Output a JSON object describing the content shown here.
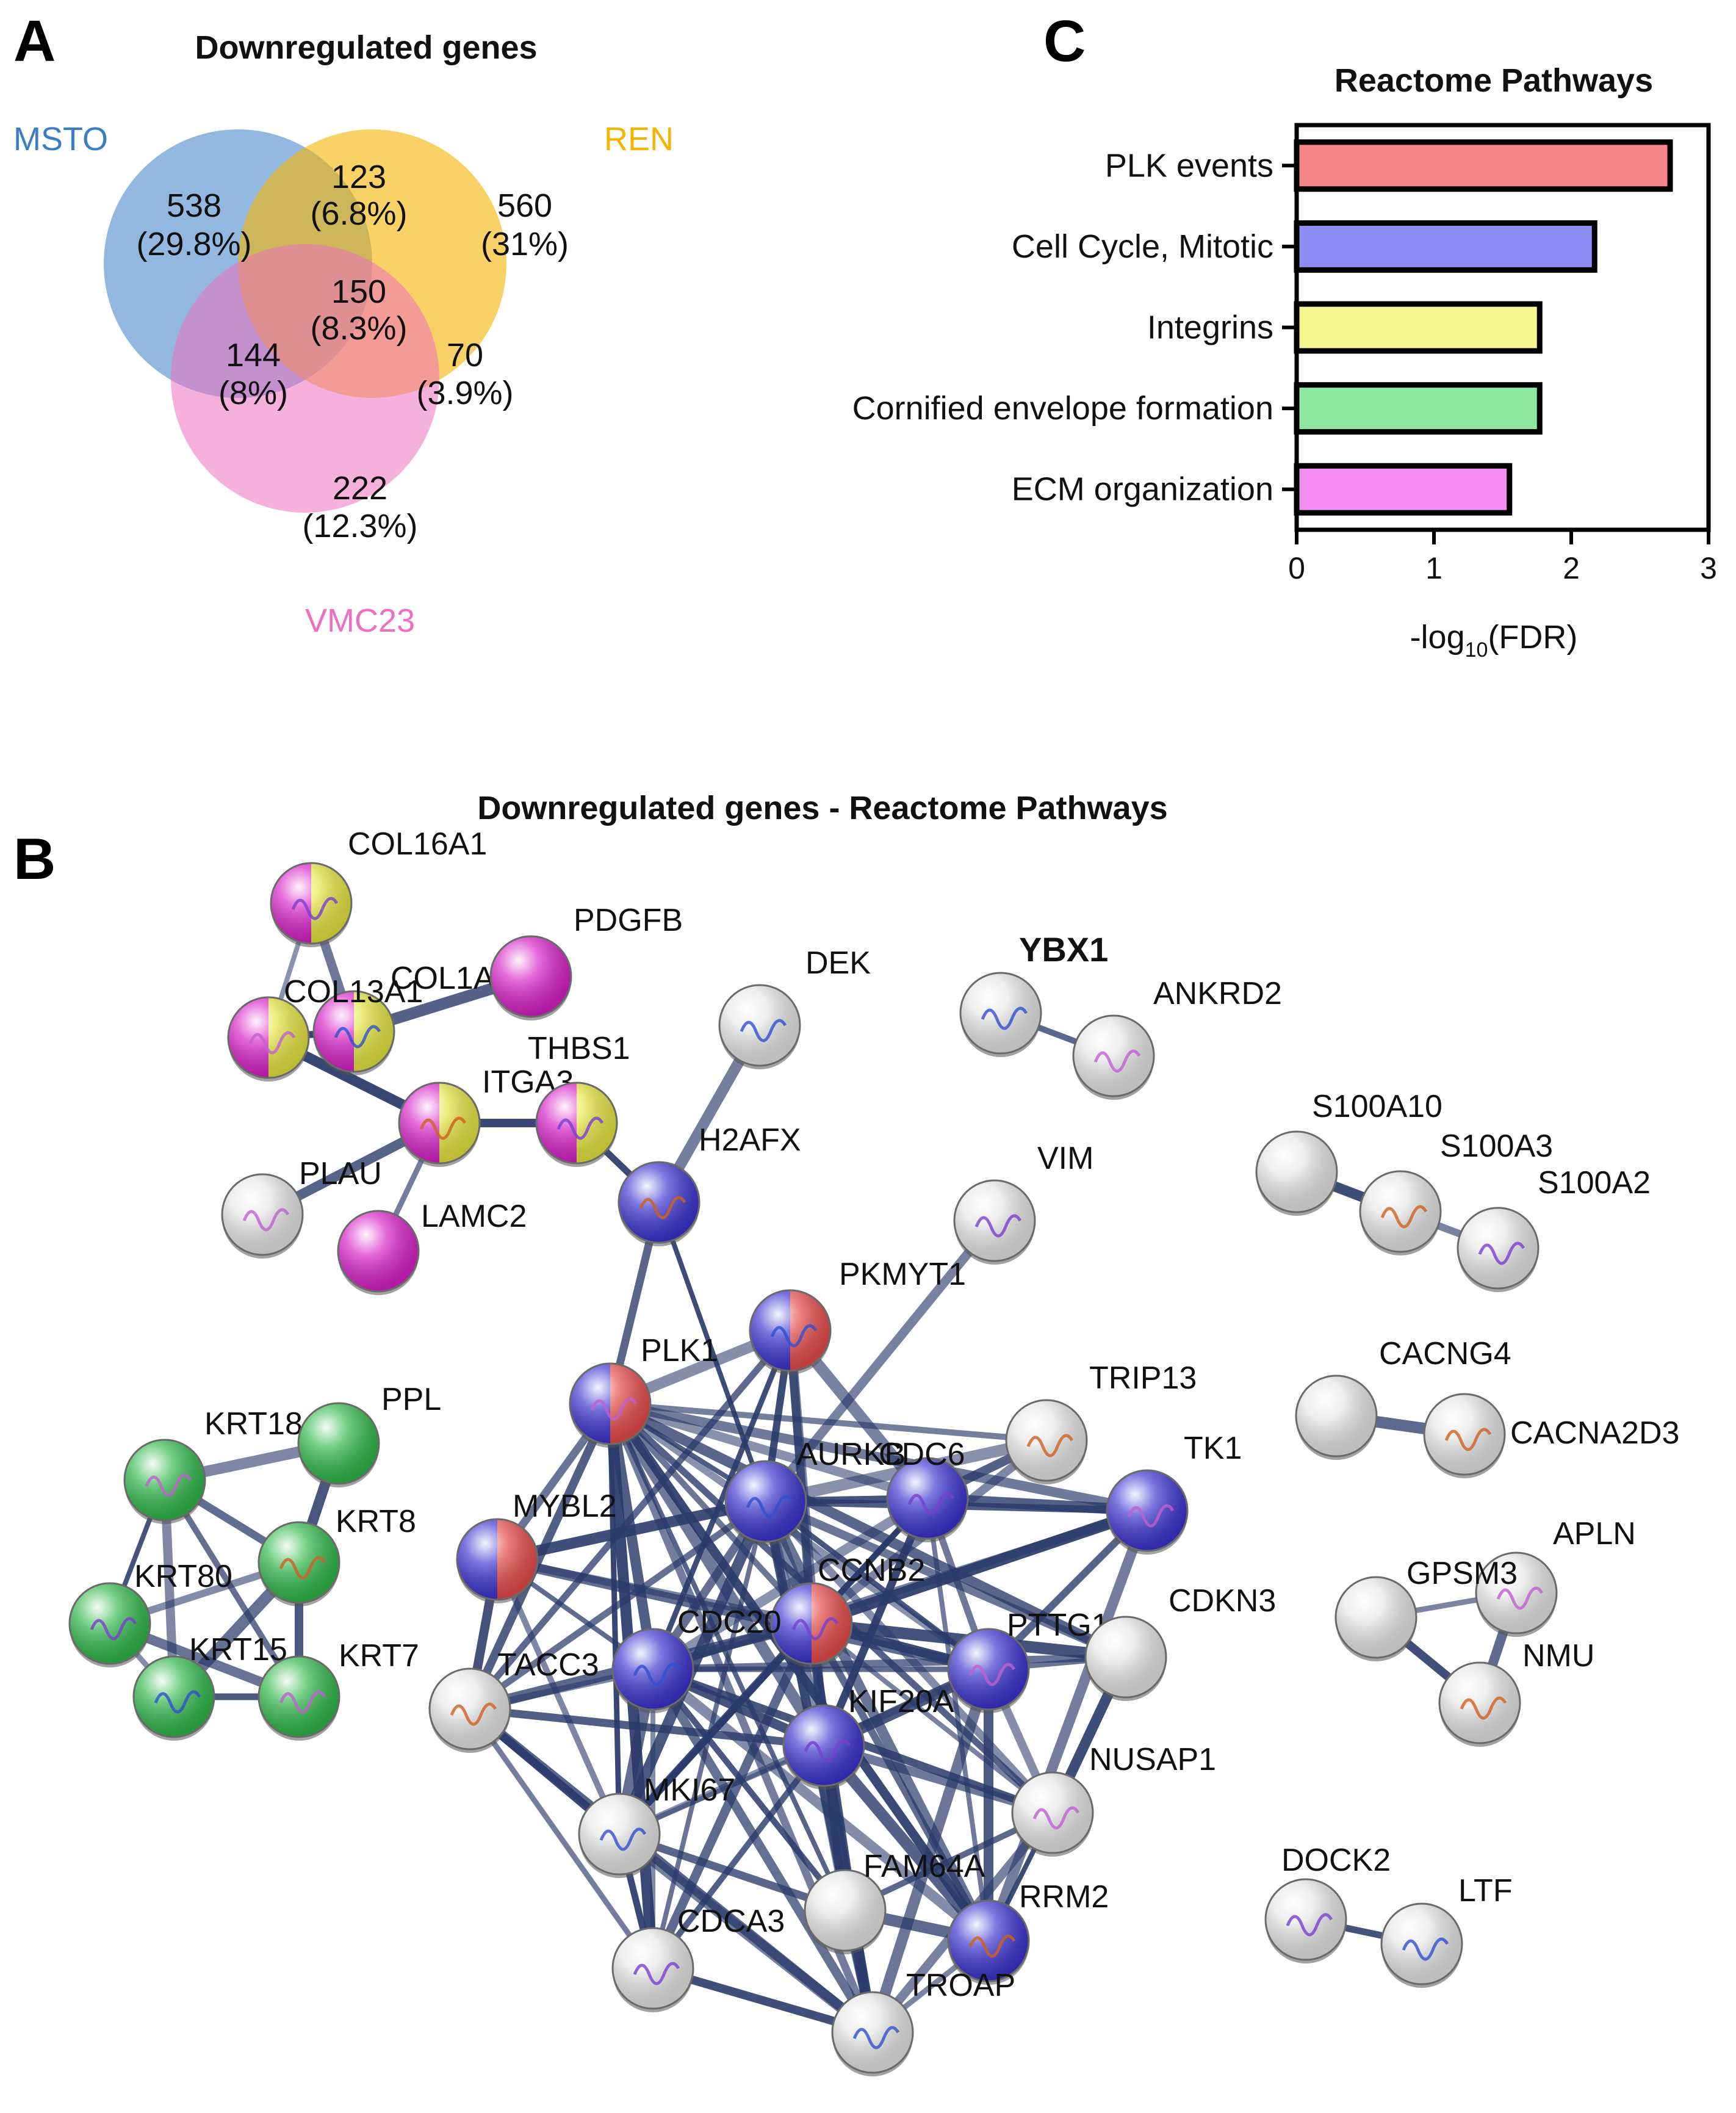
{
  "panels": {
    "A": {
      "letter": "A",
      "title": "Downregulated genes",
      "sets": [
        {
          "name": "MSTO",
          "color": "#3b7dc6"
        },
        {
          "name": "REN",
          "color": "#f4b400"
        },
        {
          "name": "VMC23",
          "color": "#ee6fc0"
        }
      ],
      "regions": [
        {
          "id": "msto_only",
          "count": "538",
          "pct": "(29.8%)"
        },
        {
          "id": "msto_ren",
          "count": "123",
          "pct": "(6.8%)"
        },
        {
          "id": "ren_only",
          "count": "560",
          "pct": "(31%)"
        },
        {
          "id": "all",
          "count": "150",
          "pct": "(8.3%)"
        },
        {
          "id": "msto_vmc",
          "count": "144",
          "pct": "(8%)"
        },
        {
          "id": "ren_vmc",
          "count": "70",
          "pct": "(3.9%)"
        },
        {
          "id": "vmc_only",
          "count": "222",
          "pct": "(12.3%)"
        }
      ]
    },
    "B": {
      "letter": "B",
      "title": "Downregulated genes - Reactome Pathways",
      "nodes": [
        {
          "id": "COL16A1",
          "label": "COL16A1",
          "colors": [
            "#d81fc8",
            "#e6e640"
          ]
        },
        {
          "id": "COL1A1",
          "label": "COL1A1",
          "colors": [
            "#d81fc8",
            "#e6e640"
          ]
        },
        {
          "id": "COL13A1",
          "label": "COL13A1",
          "colors": [
            "#d81fc8",
            "#e6e640"
          ]
        },
        {
          "id": "PDGFB",
          "label": "PDGFB",
          "colors": [
            "#d81fc8"
          ]
        },
        {
          "id": "ITGA3",
          "label": "ITGA3",
          "colors": [
            "#d81fc8",
            "#e6e640"
          ]
        },
        {
          "id": "THBS1",
          "label": "THBS1",
          "colors": [
            "#d81fc8",
            "#e6e640"
          ]
        },
        {
          "id": "DEK",
          "label": "DEK",
          "colors": [
            "#e6e6e6"
          ]
        },
        {
          "id": "PLAU",
          "label": "PLAU",
          "colors": [
            "#e6e6e6"
          ]
        },
        {
          "id": "LAMC2",
          "label": "LAMC2",
          "colors": [
            "#d81fc8"
          ]
        },
        {
          "id": "H2AFX",
          "label": "H2AFX",
          "colors": [
            "#3a33d0"
          ]
        },
        {
          "id": "VIM",
          "label": "VIM",
          "colors": [
            "#e6e6e6"
          ]
        },
        {
          "id": "YBX1",
          "label": "YBX1",
          "colors": [
            "#e6e6e6"
          ]
        },
        {
          "id": "ANKRD2",
          "label": "ANKRD2",
          "colors": [
            "#e6e6e6"
          ]
        },
        {
          "id": "S100A10",
          "label": "S100A10",
          "colors": [
            "#e6e6e6"
          ]
        },
        {
          "id": "S100A3",
          "label": "S100A3",
          "colors": [
            "#e6e6e6"
          ]
        },
        {
          "id": "S100A2",
          "label": "S100A2",
          "colors": [
            "#e6e6e6"
          ]
        },
        {
          "id": "PKMYT1",
          "label": "PKMYT1",
          "colors": [
            "#3a33d0",
            "#e84b4b"
          ]
        },
        {
          "id": "PLK1",
          "label": "PLK1",
          "colors": [
            "#3a33d0",
            "#e84b4b"
          ]
        },
        {
          "id": "MYBL2",
          "label": "MYBL2",
          "colors": [
            "#3a33d0",
            "#e84b4b"
          ]
        },
        {
          "id": "TRIP13",
          "label": "TRIP13",
          "colors": [
            "#e6e6e6"
          ]
        },
        {
          "id": "CDC6",
          "label": "CDC6",
          "colors": [
            "#3a33d0"
          ]
        },
        {
          "id": "AURKB",
          "label": "AURKB",
          "colors": [
            "#3a33d0"
          ]
        },
        {
          "id": "TK1",
          "label": "TK1",
          "colors": [
            "#3a33d0"
          ]
        },
        {
          "id": "CACNG4",
          "label": "CACNG4",
          "colors": [
            "#e6e6e6"
          ]
        },
        {
          "id": "CACNA2D3",
          "label": "CACNA2D3",
          "colors": [
            "#e6e6e6"
          ]
        },
        {
          "id": "CCNB2",
          "label": "CCNB2",
          "colors": [
            "#3a33d0",
            "#e84b4b"
          ]
        },
        {
          "id": "CDC20",
          "label": "CDC20",
          "colors": [
            "#3a33d0"
          ]
        },
        {
          "id": "PTTG1",
          "label": "PTTG1",
          "colors": [
            "#3a33d0"
          ]
        },
        {
          "id": "CDKN3",
          "label": "CDKN3",
          "colors": [
            "#e6e6e6"
          ]
        },
        {
          "id": "TACC3",
          "label": "TACC3",
          "colors": [
            "#e6e6e6"
          ]
        },
        {
          "id": "KIF20A",
          "label": "KIF20A",
          "colors": [
            "#3a33d0"
          ]
        },
        {
          "id": "MKI67",
          "label": "MKI67",
          "colors": [
            "#e6e6e6"
          ]
        },
        {
          "id": "NUSAP1",
          "label": "NUSAP1",
          "colors": [
            "#e6e6e6"
          ]
        },
        {
          "id": "FAM64A",
          "label": "FAM64A",
          "colors": [
            "#e6e6e6"
          ]
        },
        {
          "id": "RRM2",
          "label": "RRM2",
          "colors": [
            "#3a33d0"
          ]
        },
        {
          "id": "CDCA3",
          "label": "CDCA3",
          "colors": [
            "#e6e6e6"
          ]
        },
        {
          "id": "TROAP",
          "label": "TROAP",
          "colors": [
            "#e6e6e6"
          ]
        },
        {
          "id": "APLN",
          "label": "APLN",
          "colors": [
            "#e6e6e6"
          ]
        },
        {
          "id": "GPSM3",
          "label": "GPSM3",
          "colors": [
            "#e6e6e6"
          ]
        },
        {
          "id": "NMU",
          "label": "NMU",
          "colors": [
            "#e6e6e6"
          ]
        },
        {
          "id": "DOCK2",
          "label": "DOCK2",
          "colors": [
            "#e6e6e6"
          ]
        },
        {
          "id": "LTF",
          "label": "LTF",
          "colors": [
            "#e6e6e6"
          ]
        },
        {
          "id": "KRT18",
          "label": "KRT18",
          "colors": [
            "#2fb84a"
          ]
        },
        {
          "id": "PPL",
          "label": "PPL",
          "colors": [
            "#2fb84a"
          ]
        },
        {
          "id": "KRT8",
          "label": "KRT8",
          "colors": [
            "#2fb84a"
          ]
        },
        {
          "id": "KRT80",
          "label": "KRT80",
          "colors": [
            "#2fb84a"
          ]
        },
        {
          "id": "KRT15",
          "label": "KRT15",
          "colors": [
            "#2fb84a"
          ]
        },
        {
          "id": "KRT7",
          "label": "KRT7",
          "colors": [
            "#2fb84a"
          ]
        }
      ],
      "edges": [
        [
          "COL16A1",
          "COL13A1"
        ],
        [
          "COL16A1",
          "COL1A1"
        ],
        [
          "COL1A1",
          "COL13A1"
        ],
        [
          "COL13A1",
          "ITGA3"
        ],
        [
          "COL13A1",
          "COL1A1"
        ],
        [
          "COL1A1",
          "PDGFB"
        ],
        [
          "ITGA3",
          "THBS1"
        ],
        [
          "ITGA3",
          "LAMC2"
        ],
        [
          "PLAU",
          "ITGA3"
        ],
        [
          "THBS1",
          "H2AFX"
        ],
        [
          "DEK",
          "H2AFX"
        ],
        [
          "H2AFX",
          "PLK1"
        ],
        [
          "H2AFX",
          "AURKB"
        ],
        [
          "VIM",
          "AURKB"
        ],
        [
          "YBX1",
          "ANKRD2"
        ],
        [
          "S100A10",
          "S100A3"
        ],
        [
          "S100A3",
          "S100A2"
        ],
        [
          "CACNG4",
          "CACNA2D3"
        ],
        [
          "GPSM3",
          "NMU"
        ],
        [
          "GPSM3",
          "APLN"
        ],
        [
          "APLN",
          "NMU"
        ],
        [
          "DOCK2",
          "LTF"
        ],
        [
          "KRT18",
          "PPL"
        ],
        [
          "KRT18",
          "KRT8"
        ],
        [
          "KRT18",
          "KRT80"
        ],
        [
          "KRT18",
          "KRT15"
        ],
        [
          "KRT18",
          "KRT7"
        ],
        [
          "PPL",
          "KRT8"
        ],
        [
          "KRT8",
          "KRT80"
        ],
        [
          "KRT8",
          "KRT15"
        ],
        [
          "KRT8",
          "KRT7"
        ],
        [
          "KRT80",
          "KRT15"
        ],
        [
          "KRT80",
          "KRT7"
        ],
        [
          "KRT15",
          "KRT7"
        ],
        [
          "PLK1",
          "PKMYT1"
        ],
        [
          "PLK1",
          "MYBL2"
        ],
        [
          "PLK1",
          "AURKB"
        ],
        [
          "PLK1",
          "CDC6"
        ],
        [
          "PLK1",
          "CCNB2"
        ],
        [
          "PLK1",
          "CDC20"
        ],
        [
          "PLK1",
          "PTTG1"
        ],
        [
          "PLK1",
          "KIF20A"
        ],
        [
          "PLK1",
          "TACC3"
        ],
        [
          "PLK1",
          "MKI67"
        ],
        [
          "PLK1",
          "TK1"
        ],
        [
          "PLK1",
          "NUSAP1"
        ],
        [
          "PLK1",
          "CDCA3"
        ],
        [
          "PLK1",
          "TROAP"
        ],
        [
          "PLK1",
          "FAM64A"
        ],
        [
          "PLK1",
          "RRM2"
        ],
        [
          "PLK1",
          "TRIP13"
        ],
        [
          "PLK1",
          "CDKN3"
        ],
        [
          "PKMYT1",
          "AURKB"
        ],
        [
          "PKMYT1",
          "CDC6"
        ],
        [
          "PKMYT1",
          "CCNB2"
        ],
        [
          "PKMYT1",
          "CDC20"
        ],
        [
          "PKMYT1",
          "KIF20A"
        ],
        [
          "PKMYT1",
          "TACC3"
        ],
        [
          "MYBL2",
          "AURKB"
        ],
        [
          "MYBL2",
          "CCNB2"
        ],
        [
          "MYBL2",
          "CDC20"
        ],
        [
          "MYBL2",
          "TACC3"
        ],
        [
          "MYBL2",
          "MKI67"
        ],
        [
          "MYBL2",
          "PTTG1"
        ],
        [
          "AURKB",
          "CDC6"
        ],
        [
          "AURKB",
          "CCNB2"
        ],
        [
          "AURKB",
          "CDC20"
        ],
        [
          "AURKB",
          "PTTG1"
        ],
        [
          "AURKB",
          "KIF20A"
        ],
        [
          "AURKB",
          "TACC3"
        ],
        [
          "AURKB",
          "MKI67"
        ],
        [
          "AURKB",
          "NUSAP1"
        ],
        [
          "AURKB",
          "CDCA3"
        ],
        [
          "AURKB",
          "TROAP"
        ],
        [
          "AURKB",
          "FAM64A"
        ],
        [
          "AURKB",
          "RRM2"
        ],
        [
          "AURKB",
          "TK1"
        ],
        [
          "AURKB",
          "TRIP13"
        ],
        [
          "AURKB",
          "CDKN3"
        ],
        [
          "CDC6",
          "CCNB2"
        ],
        [
          "CDC6",
          "CDC20"
        ],
        [
          "CDC6",
          "PTTG1"
        ],
        [
          "CDC6",
          "TK1"
        ],
        [
          "CDC6",
          "KIF20A"
        ],
        [
          "CDC6",
          "RRM2"
        ],
        [
          "CDC6",
          "TRIP13"
        ],
        [
          "CDC6",
          "MKI67"
        ],
        [
          "TK1",
          "RRM2"
        ],
        [
          "TK1",
          "PTTG1"
        ],
        [
          "TK1",
          "CCNB2"
        ],
        [
          "TK1",
          "CDC20"
        ],
        [
          "CCNB2",
          "CDC20"
        ],
        [
          "CCNB2",
          "PTTG1"
        ],
        [
          "CCNB2",
          "KIF20A"
        ],
        [
          "CCNB2",
          "TACC3"
        ],
        [
          "CCNB2",
          "MKI67"
        ],
        [
          "CCNB2",
          "NUSAP1"
        ],
        [
          "CCNB2",
          "CDCA3"
        ],
        [
          "CCNB2",
          "TROAP"
        ],
        [
          "CCNB2",
          "FAM64A"
        ],
        [
          "CCNB2",
          "RRM2"
        ],
        [
          "CCNB2",
          "CDKN3"
        ],
        [
          "CCNB2",
          "TRIP13"
        ],
        [
          "CDC20",
          "PTTG1"
        ],
        [
          "CDC20",
          "KIF20A"
        ],
        [
          "CDC20",
          "TACC3"
        ],
        [
          "CDC20",
          "MKI67"
        ],
        [
          "CDC20",
          "NUSAP1"
        ],
        [
          "CDC20",
          "CDCA3"
        ],
        [
          "CDC20",
          "TROAP"
        ],
        [
          "CDC20",
          "FAM64A"
        ],
        [
          "CDC20",
          "RRM2"
        ],
        [
          "CDC20",
          "CDKN3"
        ],
        [
          "PTTG1",
          "KIF20A"
        ],
        [
          "PTTG1",
          "NUSAP1"
        ],
        [
          "PTTG1",
          "CDKN3"
        ],
        [
          "PTTG1",
          "RRM2"
        ],
        [
          "PTTG1",
          "MKI67"
        ],
        [
          "PTTG1",
          "TROAP"
        ],
        [
          "KIF20A",
          "TACC3"
        ],
        [
          "KIF20A",
          "MKI67"
        ],
        [
          "KIF20A",
          "NUSAP1"
        ],
        [
          "KIF20A",
          "CDCA3"
        ],
        [
          "KIF20A",
          "TROAP"
        ],
        [
          "KIF20A",
          "FAM64A"
        ],
        [
          "KIF20A",
          "RRM2"
        ],
        [
          "TACC3",
          "MKI67"
        ],
        [
          "TACC3",
          "CDCA3"
        ],
        [
          "TACC3",
          "TROAP"
        ],
        [
          "MKI67",
          "CDCA3"
        ],
        [
          "MKI67",
          "TROAP"
        ],
        [
          "MKI67",
          "FAM64A"
        ],
        [
          "NUSAP1",
          "RRM2"
        ],
        [
          "NUSAP1",
          "TROAP"
        ],
        [
          "NUSAP1",
          "FAM64A"
        ],
        [
          "NUSAP1",
          "CDKN3"
        ],
        [
          "FAM64A",
          "TROAP"
        ],
        [
          "FAM64A",
          "RRM2"
        ],
        [
          "CDCA3",
          "TROAP"
        ],
        [
          "RRM2",
          "TROAP"
        ]
      ]
    },
    "C": {
      "letter": "C"
    }
  },
  "chart_data": {
    "type": "bar",
    "orientation": "horizontal",
    "title": "Reactome Pathways",
    "categories": [
      "PLK events",
      "Cell Cycle, Mitotic",
      "Integrins",
      "Cornified envelope formation",
      "ECM organization"
    ],
    "values": [
      2.72,
      2.17,
      1.77,
      1.77,
      1.55
    ],
    "colors": [
      "#f8878a",
      "#8c8cf2",
      "#f6f68e",
      "#8ee8a2",
      "#f48ef2"
    ],
    "xlabel_main": "-log",
    "xlabel_sub": "10",
    "xlabel_tail": "(FDR)",
    "xlim": [
      0,
      3
    ],
    "xticks": [
      "0",
      "1",
      "2",
      "3"
    ],
    "grid": false
  }
}
